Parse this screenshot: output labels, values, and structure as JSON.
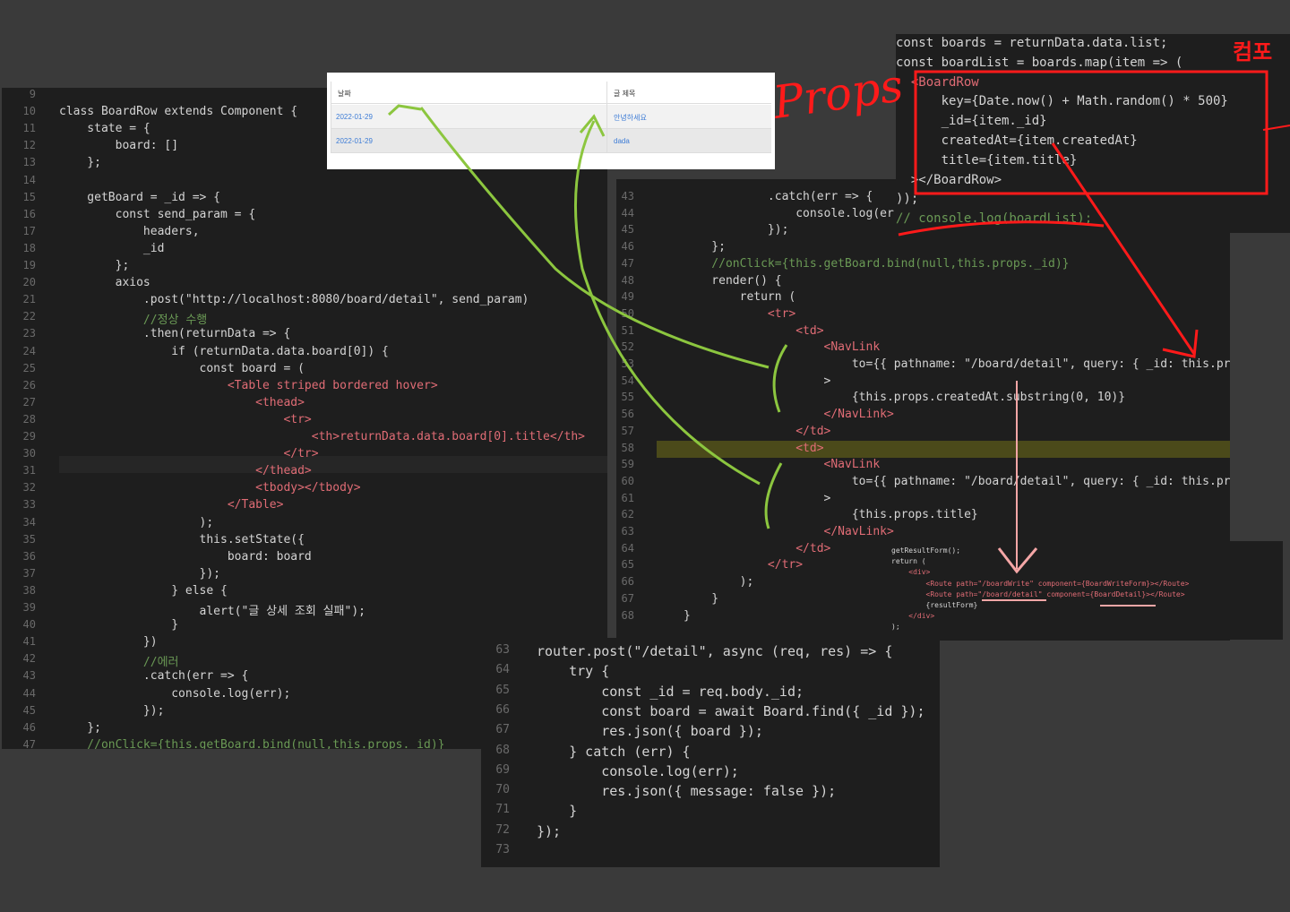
{
  "left_editor": {
    "line_numbers": [
      "9",
      "10",
      "11",
      "12",
      "13",
      "14",
      "15",
      "16",
      "17",
      "18",
      "19",
      "20",
      "21",
      "22",
      "23",
      "24",
      "25",
      "26",
      "27",
      "28",
      "29",
      "30",
      "31",
      "32",
      "33",
      "34",
      "35",
      "36",
      "37",
      "38",
      "39",
      "40",
      "41",
      "42",
      "43",
      "44",
      "45",
      "46",
      "47"
    ],
    "lines": [
      "",
      "class BoardRow extends Component {",
      "    state = {",
      "        board: []",
      "    };",
      "",
      "    getBoard = _id => {",
      "        const send_param = {",
      "            headers,",
      "            _id",
      "        };",
      "        axios",
      "            .post(\"http://localhost:8080/board/detail\", send_param)",
      "            //정상 수행",
      "            .then(returnData => {",
      "                if (returnData.data.board[0]) {",
      "                    const board = (",
      "                        <Table striped bordered hover>",
      "                            <thead>",
      "                                <tr>",
      "                                    <th>returnData.data.board[0].title</th>",
      "                                </tr>",
      "                            </thead>",
      "                            <tbody></tbody>",
      "                        </Table>",
      "                    );",
      "                    this.setState({",
      "                        board: board",
      "                    });",
      "                } else {",
      "                    alert(\"글 상세 조회 실패\");",
      "                }",
      "            })",
      "            //에러",
      "            .catch(err => {",
      "                console.log(err);",
      "            });",
      "    };",
      "    //onClick={this.getBoard.bind(null,this.props._id)}"
    ]
  },
  "table_view": {
    "headers": [
      "날짜",
      "글 제목"
    ],
    "rows": [
      {
        "date": "2022-01-29",
        "title": "안녕하세요"
      },
      {
        "date": "2022-01-29",
        "title": "dada"
      }
    ]
  },
  "top_right_editor": {
    "lines": [
      "const boards = returnData.data.list;",
      "const boardList = boards.map(item => (",
      "  <BoardRow",
      "      key={Date.now() + Math.random() * 500}",
      "      _id={item._id}",
      "      createdAt={item.createdAt}",
      "      title={item.title}",
      "  ></BoardRow>",
      "));",
      "// console.log(boardList);"
    ]
  },
  "middle_editor": {
    "line_numbers": [
      "43",
      "44",
      "45",
      "46",
      "47",
      "48",
      "49",
      "50",
      "51",
      "52",
      "53",
      "54",
      "55",
      "56",
      "57",
      "58",
      "59",
      "60",
      "61",
      "62",
      "63",
      "64",
      "65",
      "66",
      "67",
      "68"
    ],
    "lines": [
      "            .catch(err => {",
      "                console.log(err);",
      "            });",
      "    };",
      "    //onClick={this.getBoard.bind(null,this.props._id)}",
      "    render() {",
      "        return (",
      "            <tr>",
      "                <td>",
      "                    <NavLink",
      "                        to={{ pathname: \"/board/detail\", query: { _id: this.props._id } }}",
      "                    >",
      "                        {this.props.createdAt.substring(0, 10)}",
      "                    </NavLink>",
      "                </td>",
      "                <td>",
      "                    <NavLink",
      "                        to={{ pathname: \"/board/detail\", query: { _id: this.props._id } }}",
      "                    >",
      "                        {this.props.title}",
      "                    </NavLink>",
      "                </td>",
      "            </tr>",
      "        );",
      "    }",
      "}"
    ]
  },
  "small_route_snippet": {
    "lines": [
      "getResultForm();",
      "return (",
      "    <div>",
      "        <Route path=\"/boardWrite\" component={BoardWriteForm}></Route>",
      "        <Route path=\"/board/detail\" component={BoardDetail}></Route>",
      "        {resultForm}",
      "    </div>",
      ");"
    ]
  },
  "bottom_editor": {
    "line_numbers": [
      "63",
      "64",
      "65",
      "66",
      "67",
      "68",
      "69",
      "70",
      "71",
      "72",
      "73"
    ],
    "lines": [
      "router.post(\"/detail\", async (req, res) => {",
      "    try {",
      "        const _id = req.body._id;",
      "        const board = await Board.find({ _id });",
      "        res.json({ board });",
      "    } catch (err) {",
      "        console.log(err);",
      "        res.json({ message: false });",
      "    }",
      "});",
      ""
    ]
  },
  "annotations": {
    "props_label": "Props",
    "korean_label": "컴포",
    "red_color": "#ff1a1a",
    "green_color": "#8cc63f",
    "pink_color": "#f4a6a6"
  }
}
